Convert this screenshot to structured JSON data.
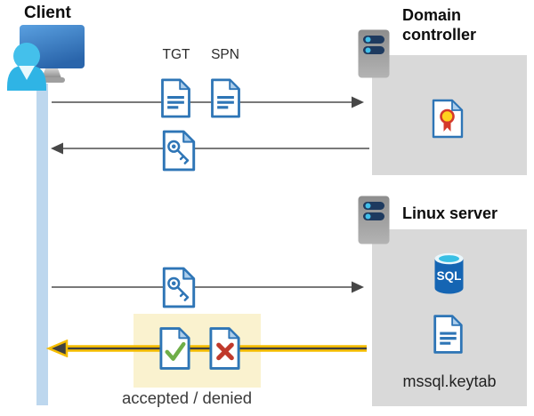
{
  "labels": {
    "client": "Client",
    "domain_controller": "Domain controller",
    "linux_server": "Linux server",
    "tgt": "TGT",
    "spn": "SPN",
    "sql": "SQL",
    "keytab_file": "mssql.keytab",
    "result_caption": "accepted / denied"
  },
  "flows": [
    {
      "id": "ticket-request",
      "from": "client",
      "to": "domain-controller",
      "direction": "right",
      "items": [
        "TGT",
        "SPN"
      ]
    },
    {
      "id": "ticket-granting-reply",
      "from": "domain-controller",
      "to": "client",
      "direction": "left",
      "items": [
        "key-document"
      ]
    },
    {
      "id": "service-ticket",
      "from": "client",
      "to": "linux-server",
      "direction": "right",
      "items": [
        "key-document"
      ]
    },
    {
      "id": "auth-result",
      "from": "linux-server",
      "to": "client",
      "direction": "left",
      "highlighted": true,
      "items": [
        "accepted-document",
        "denied-document"
      ],
      "caption": "accepted / denied"
    }
  ],
  "colors": {
    "doc_blue": "#2e75b6",
    "fold_blue": "#aecfec",
    "box_gray": "#d9d9d9",
    "highlight_yellow": "#faf2cf",
    "arrow_gray": "#666666",
    "arrowhead_gray": "#474747",
    "arrow_yellow": "#f5bd00",
    "timeline_blue": "#bdd7ee",
    "check_green": "#6fae47",
    "cross_red": "#c0392b",
    "seal_yellow": "#ffd21e",
    "seal_red": "#d5392a",
    "sql_body_blue": "#1565b3",
    "sql_top_cyan": "#38bfe4",
    "server_pill_navy": "#1e3a5f",
    "server_dot_cyan": "#41c0ea",
    "person_cyan": "#2fb4e5",
    "monitor_blue": "#3c82c8"
  }
}
